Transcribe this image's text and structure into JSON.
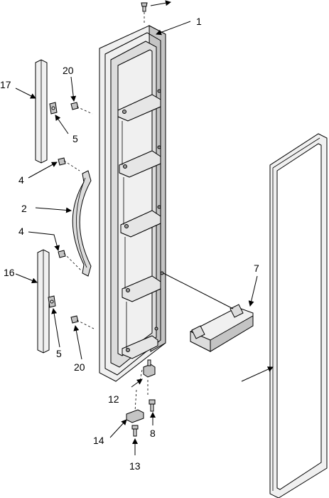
{
  "callouts": {
    "c1": "1",
    "c2": "2",
    "c4a": "4",
    "c4b": "4",
    "c5a": "5",
    "c5b": "5",
    "c7": "7",
    "c8": "8",
    "c12": "12",
    "c13": "13",
    "c14": "14",
    "c16": "16",
    "c17": "17",
    "c20a": "20",
    "c20b": "20"
  }
}
